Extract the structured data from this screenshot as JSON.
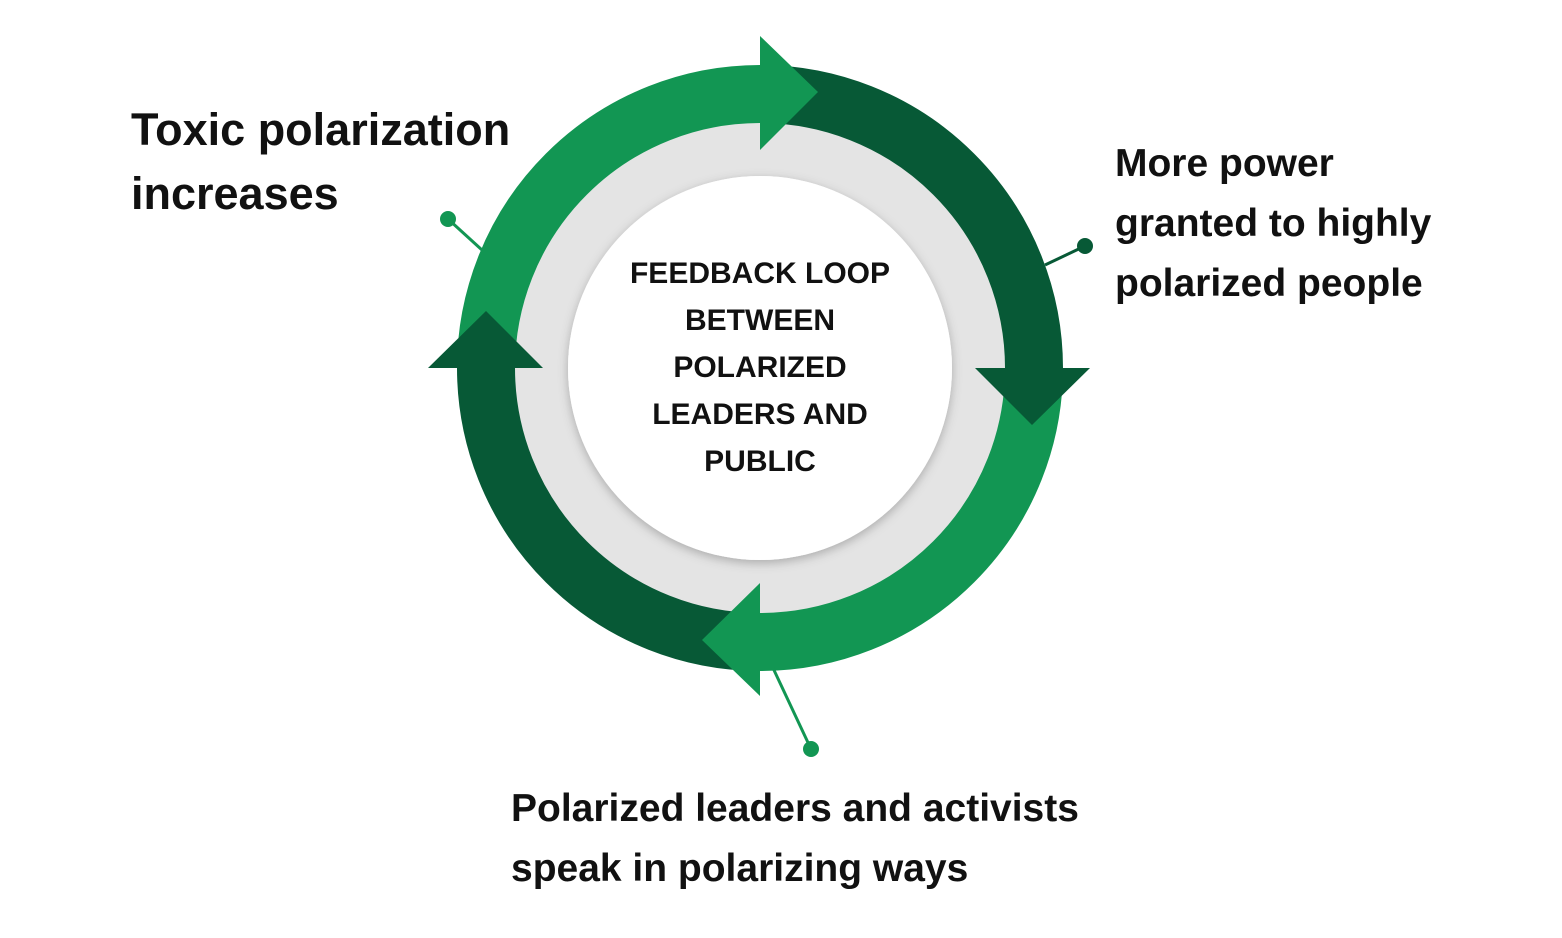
{
  "center": {
    "lines": [
      "FEEDBACK LOOP",
      "BETWEEN",
      "POLARIZED",
      "LEADERS AND",
      "PUBLIC"
    ]
  },
  "labels": {
    "left": {
      "lines": [
        "Toxic polarization",
        "increases"
      ]
    },
    "right": {
      "lines": [
        "More power",
        "granted to highly",
        "polarized people"
      ]
    },
    "bottom": {
      "lines": [
        "Polarized leaders and activists",
        "speak in polarizing ways"
      ]
    }
  },
  "colors": {
    "light_green": "#129653",
    "dark_green": "#075936",
    "ring_gray": "#e4e4e4",
    "text": "#111111"
  }
}
